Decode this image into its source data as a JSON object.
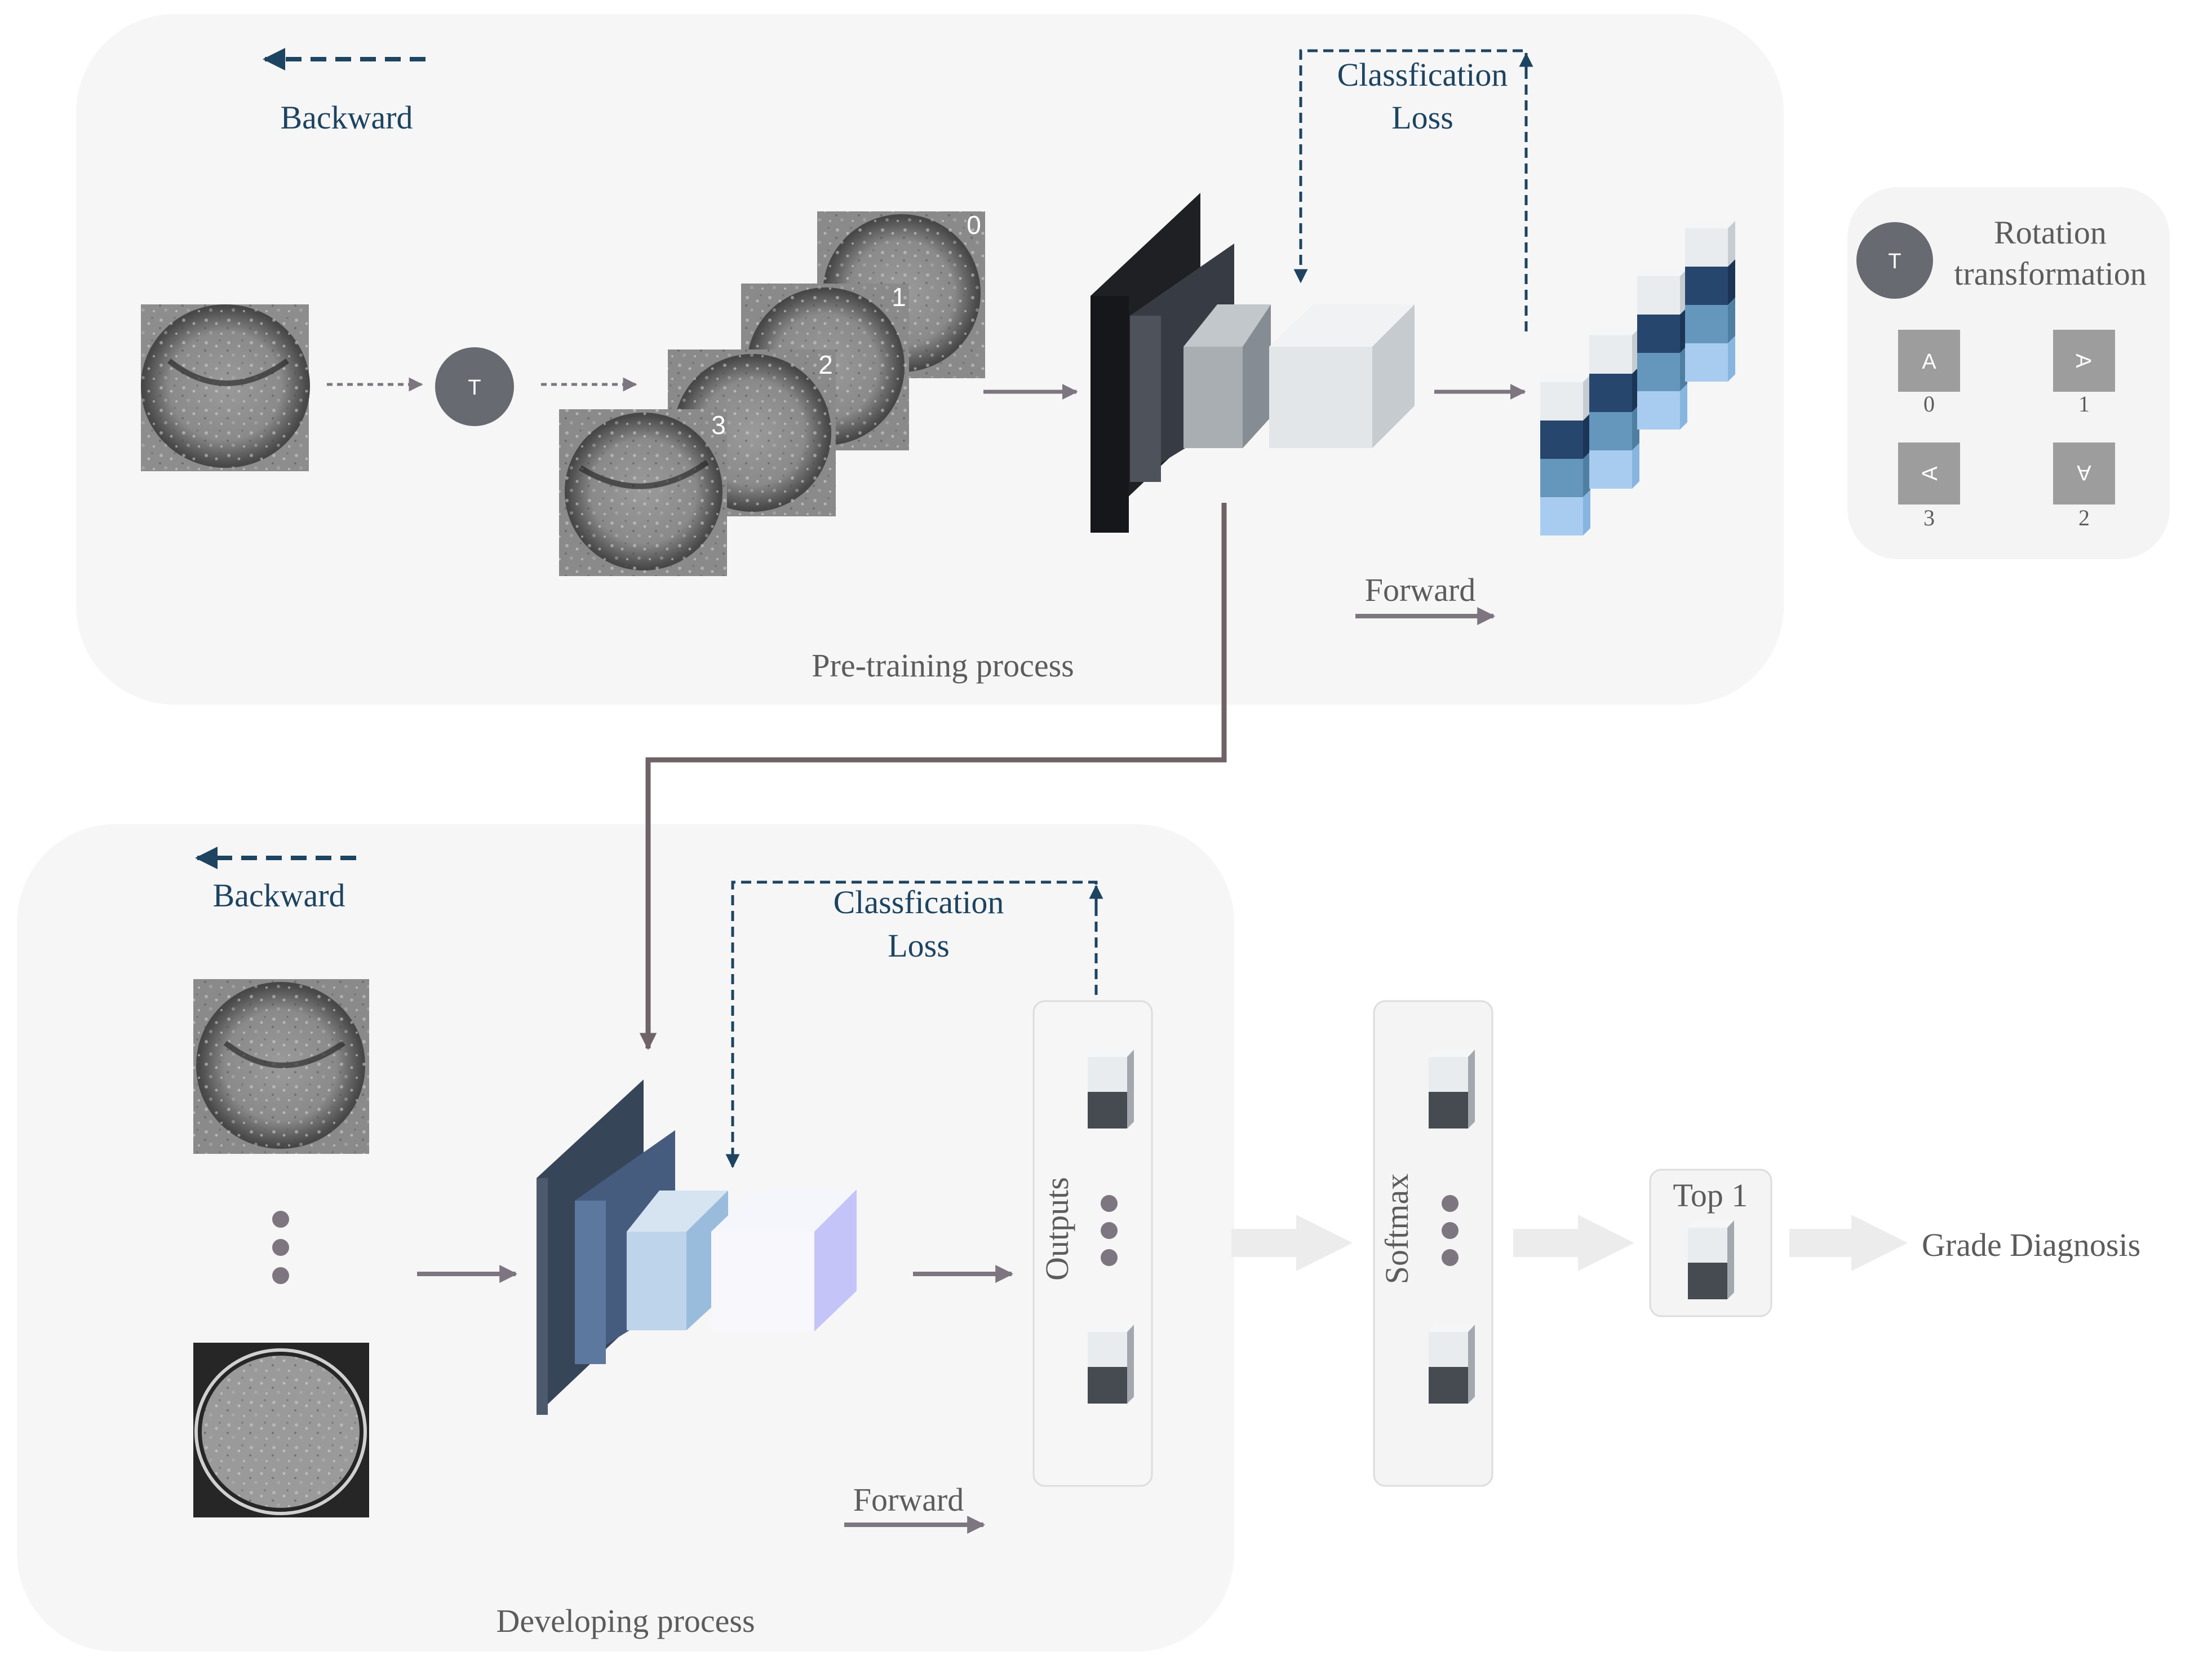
{
  "pretraining": {
    "title": "Pre-training process",
    "backward_label": "Backward",
    "forward_label": "Forward",
    "loss_line1": "Classfication",
    "loss_line2": "Loss",
    "transform_symbol": "T",
    "rotation_indices": [
      "0",
      "1",
      "2",
      "3"
    ]
  },
  "legend": {
    "symbol": "T",
    "title_line1": "Rotation",
    "title_line2": "transformation",
    "tile_glyph": "A",
    "tiles": [
      {
        "angle_label": "0"
      },
      {
        "angle_label": "1"
      },
      {
        "angle_label": "3"
      },
      {
        "angle_label": "2"
      }
    ]
  },
  "developing": {
    "title": "Developing process",
    "backward_label": "Backward",
    "forward_label": "Forward",
    "loss_line1": "Classfication",
    "loss_line2": "Loss",
    "outputs_label": "Outputs"
  },
  "softmax_label": "Softmax",
  "top1_label": "Top 1",
  "result_label": "Grade Diagnosis",
  "colors": {
    "panel_bg": "#f6f6f6",
    "arrow_gray": "#7d7580",
    "arrow_brown": "#6f6366",
    "loss_dash": "#1d4461",
    "dark_blue_cube": "#27466e",
    "mid_blue_cube": "#6597bd",
    "light_blue_cube": "#a8ccef"
  }
}
